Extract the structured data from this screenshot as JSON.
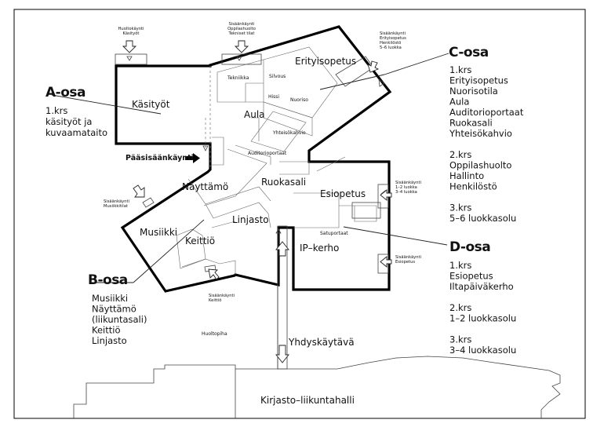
{
  "sections": {
    "a": {
      "title": "A-osa",
      "lines": [
        "1.krs",
        "käsityöt ja",
        "kuvaamataito"
      ]
    },
    "b": {
      "title": "B-osa",
      "lines": [
        "Musiikki",
        "Näyttämö",
        "(liikuntasali)",
        "Keittiö",
        "Linjasto"
      ]
    },
    "c": {
      "title": "C-osa",
      "lines": [
        "1.krs",
        "Erityisopetus",
        "Nuorisotila",
        "Aula",
        "Auditorioportaat",
        "Ruokasali",
        "Yhteisökahvio",
        "",
        "2.krs",
        "Oppilashuolto",
        "Hallinto",
        "Henkilöstö",
        "",
        "3.krs",
        "5–6 luokkasolu"
      ]
    },
    "d": {
      "title": "D-osa",
      "lines": [
        "1.krs",
        "Esiopetus",
        "Iltapäiväkerho",
        "",
        "2.krs",
        "1–2 luokkasolu",
        "",
        "3.krs",
        "3–4 luokkasolu"
      ]
    }
  },
  "rooms": {
    "kasityot": "Käsityöt",
    "erityisopetus": "Erityisopetus",
    "aula": "Aula",
    "nayttamo": "Näyttämö",
    "ruokasali": "Ruokasali",
    "esiopetus": "Esiopetus",
    "musiikki": "Musiikki",
    "keittio": "Keittiö",
    "linjasto": "Linjasto",
    "ipkerho": "IP–kerho",
    "yhdyskaytava": "Yhdyskäytävä",
    "kirjasto": "Kirjasto–liikuntahalli",
    "tekniikka": "Tekniikka",
    "silvous": "Silvous",
    "hissi": "Hissi",
    "nuoriso": "Nuoriso",
    "yhteisokahvio": "Yhteisökahvio",
    "auditorioportaat": "Auditorioportaat",
    "satuportaat": "Satuportaat",
    "huoltopiha": "Huoltopiha"
  },
  "main_entrance": "Pääsisäänkäynti",
  "entrances": {
    "kasityot": [
      "Huoltokäynti",
      "Käsityöt"
    ],
    "oppilashuolto": [
      "Sisäänkäynti",
      "Oppilashuolto",
      "Tekniset tilat"
    ],
    "erityisopetus": [
      "Sisäänkäynti",
      "Erityisopetus",
      "Henkilöstö",
      "5–6 luokka"
    ],
    "musiikki": [
      "Sisäänkäynti",
      "Musiikkitilat"
    ],
    "luokka14": [
      "Sisäänkäynti",
      "1–2 luokka",
      "3–4 luokka"
    ],
    "esiopetus": [
      "Sisäänkäynti",
      "Esiopetus"
    ],
    "keittio": [
      "Sisäänkäynti",
      "Keittiö"
    ]
  }
}
